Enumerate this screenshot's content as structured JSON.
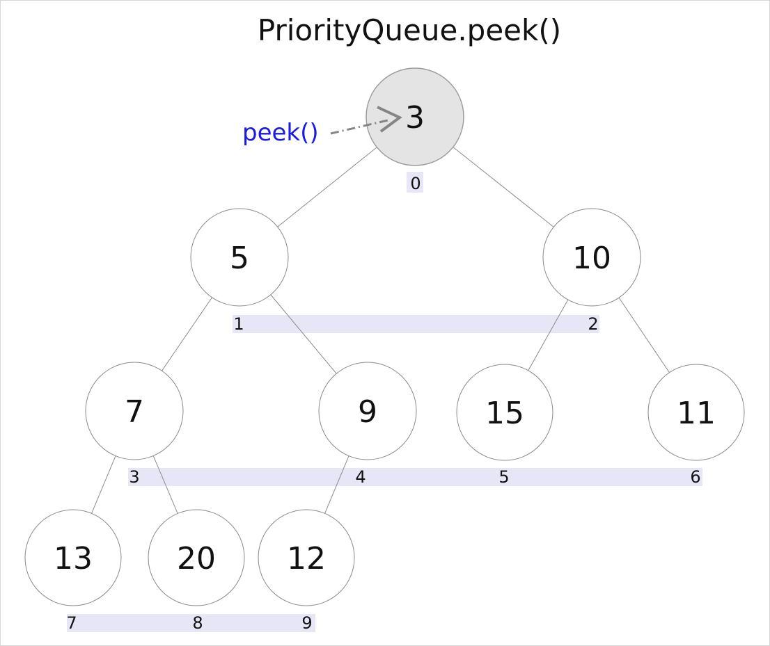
{
  "title": "PriorityQueue.peek()",
  "annotation": {
    "label": "peek()"
  },
  "heap": {
    "nodes": [
      {
        "value": "3",
        "index": "0"
      },
      {
        "value": "5",
        "index": "1"
      },
      {
        "value": "10",
        "index": "2"
      },
      {
        "value": "7",
        "index": "3"
      },
      {
        "value": "9",
        "index": "4"
      },
      {
        "value": "15",
        "index": "5"
      },
      {
        "value": "11",
        "index": "6"
      },
      {
        "value": "13",
        "index": "7"
      },
      {
        "value": "20",
        "index": "8"
      },
      {
        "value": "12",
        "index": "9"
      }
    ]
  },
  "colors": {
    "background": "#ffffff",
    "node_fill": "#ffffff",
    "root_node_fill": "#e4e4e4",
    "node_border": "#8a8a8a",
    "edge_line": "#8a8a8a",
    "index_highlight": "#e6e6f7",
    "peek_text": "#1a1ae0",
    "arrow": "#858585",
    "text": "#111111"
  }
}
